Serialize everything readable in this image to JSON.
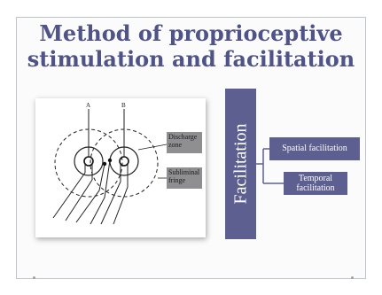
{
  "slide": {
    "title_line1": "Method of proprioceptive",
    "title_line2": "stimulation and facilitation"
  },
  "diagram": {
    "label_a": "A",
    "label_b": "B",
    "discharge_zone_line1": "Discharge",
    "discharge_zone_line2": "zone",
    "subliminal_fringe_line1": "Subliminal",
    "subliminal_fringe_line2": "fringe"
  },
  "facilitation": {
    "heading": "Facilitation",
    "spatial": "Spatial facilitation",
    "temporal_line1": "Temporal",
    "temporal_line2": "facilitation"
  },
  "colors": {
    "title": "#4f5387",
    "box": "#5c5f90",
    "label_bg": "#8f8f92"
  }
}
